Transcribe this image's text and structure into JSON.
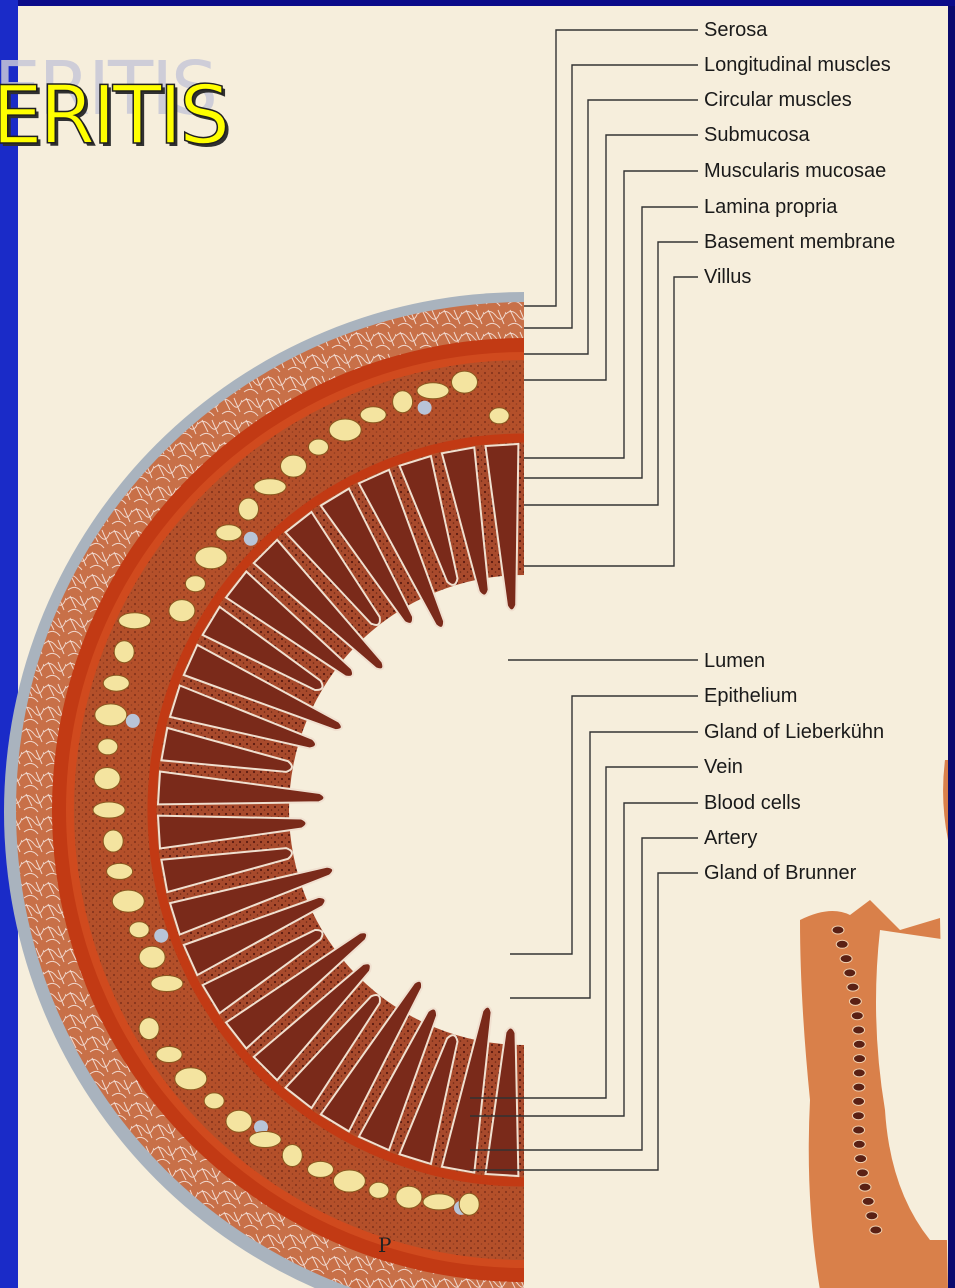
{
  "slide": {
    "title": "ERITIS",
    "title_shadow": "ERITIS"
  },
  "signature": "P",
  "labels_top": [
    "Serosa",
    "Longitudinal muscles",
    "Circular muscles",
    "Submucosa",
    "Muscularis mucosae",
    "Lamina propria",
    "Basement membrane",
    "Villus"
  ],
  "labels_bottom": [
    "Lumen",
    "Epithelium",
    "Gland of Lieberkühn",
    "Vein",
    "Blood cells",
    "Artery",
    "Gland of Brunner"
  ],
  "colors": {
    "frame": "#1a2bc8",
    "background": "#0a0a6e",
    "paper": "#f6eedc",
    "title": "#ffff00",
    "muscle": "#c23a14",
    "submucosa": "#b4502a",
    "mucosa": "#a84a2c",
    "gland": "#f4e4a0"
  }
}
